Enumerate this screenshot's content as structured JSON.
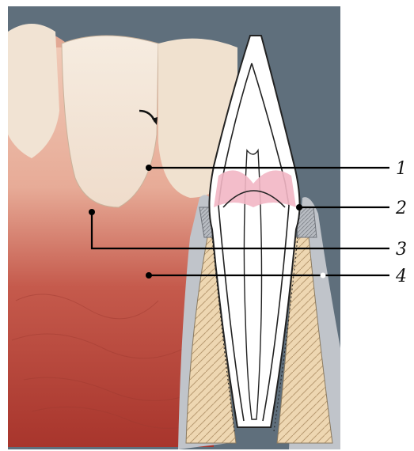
{
  "figure": {
    "labels": [
      {
        "id": "1",
        "text": "1"
      },
      {
        "id": "2",
        "text": "2"
      },
      {
        "id": "3",
        "text": "3"
      },
      {
        "id": "4",
        "text": "4"
      }
    ]
  },
  "colors": {
    "background_slate": "#5f6f7c",
    "gingiva_upper": "#e9b8a6",
    "gingiva_lower": "#b9473c",
    "tooth_enamel": "#f3e7d6",
    "bone": "#efd6b0",
    "epithelium_pink": "#f2b6c4",
    "leader_line": "#000000"
  }
}
